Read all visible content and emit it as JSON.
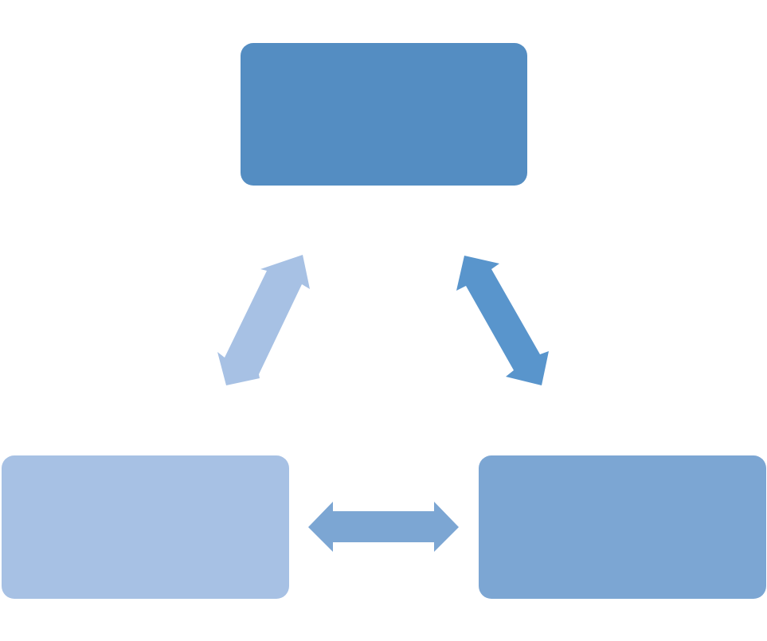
{
  "diagram": {
    "type": "cycle",
    "nodes": [
      {
        "id": "top",
        "label": "",
        "color": "#548DC2"
      },
      {
        "id": "bottom-left",
        "label": "",
        "color": "#A7C1E4"
      },
      {
        "id": "bottom-right",
        "label": "",
        "color": "#7CA6D3"
      }
    ],
    "connectors": [
      {
        "id": "top-to-bottom-left",
        "from": "top",
        "to": "bottom-left",
        "bidirectional": true,
        "color": "#A7C1E4"
      },
      {
        "id": "top-to-bottom-right",
        "from": "top",
        "to": "bottom-right",
        "bidirectional": true,
        "color": "#5995CC"
      },
      {
        "id": "bottom-left-to-bottom-right",
        "from": "bottom-left",
        "to": "bottom-right",
        "bidirectional": true,
        "color": "#7CA6D3"
      }
    ]
  }
}
